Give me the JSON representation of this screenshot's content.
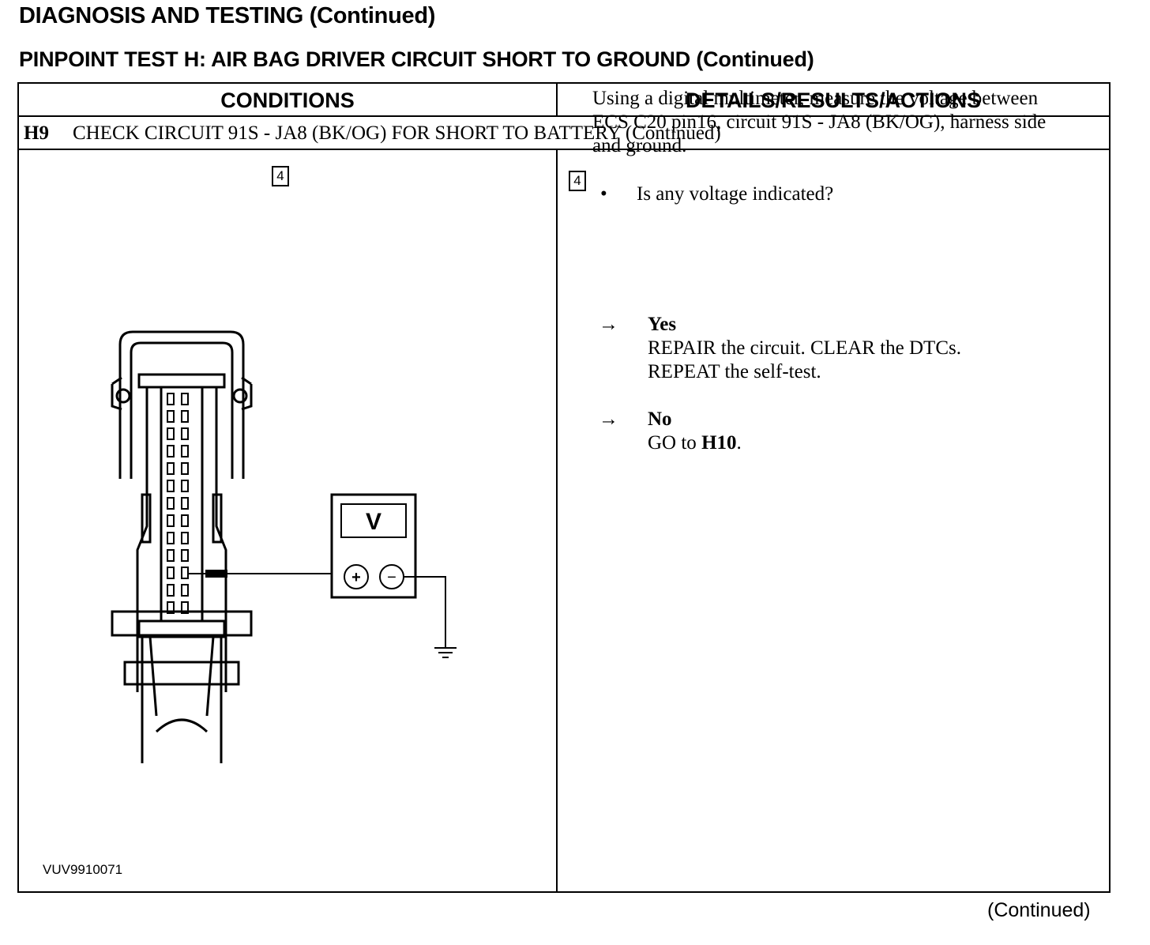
{
  "header": {
    "title": "DIAGNOSIS AND TESTING (Continued)",
    "subtitle": "PINPOINT TEST H: AIR BAG DRIVER CIRCUIT SHORT TO GROUND (Continued)"
  },
  "table": {
    "col_conditions": "CONDITIONS",
    "col_details": "DETAILS/RESULTS/ACTIONS",
    "step": {
      "id": "H9",
      "title": "CHECK CIRCUIT 91S - JA8 (BK/OG) FOR SHORT TO BATTERY (Continued)"
    },
    "substep_number": "4",
    "diagram": {
      "meter_label": "V",
      "plus_symbol": "+",
      "minus_symbol": "−",
      "figure_id": "VUV9910071"
    },
    "instruction": "Using a digital multimeter, measure the voltage between ECS C20 pin16, circuit 91S - JA8 (BK/OG), harness side and ground.",
    "question": "Is any voltage indicated?",
    "bullet": "•",
    "arrow": "→",
    "results": [
      {
        "label": "Yes",
        "lines": [
          "REPAIR the circuit. CLEAR the DTCs.",
          "REPEAT the self-test."
        ]
      },
      {
        "label": "No",
        "prefix": "GO to ",
        "goto": "H10",
        "suffix": "."
      }
    ]
  },
  "footer": {
    "continued": "(Continued)"
  }
}
